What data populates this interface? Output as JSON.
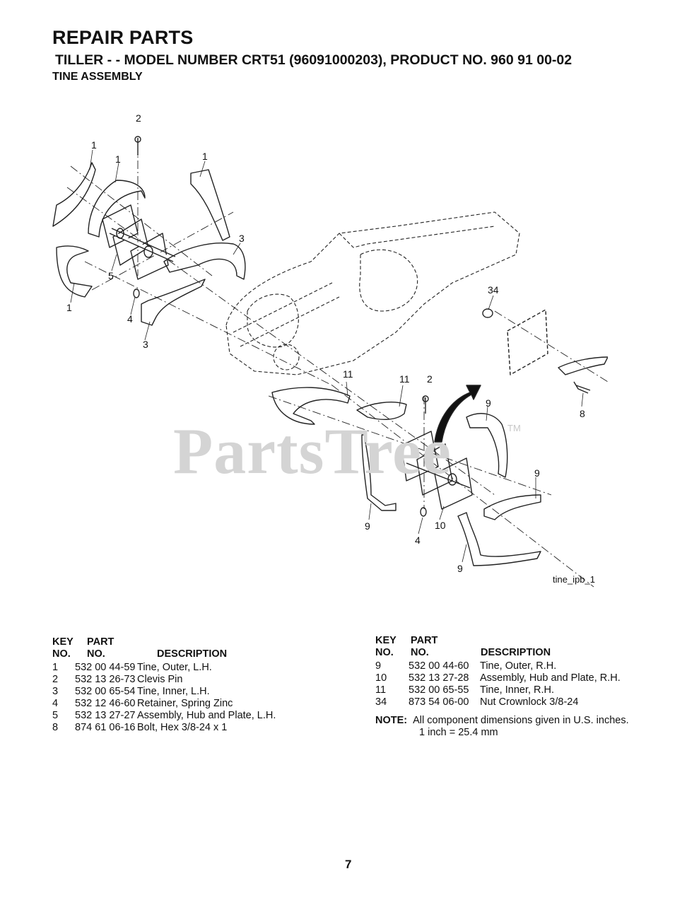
{
  "header": {
    "title": "REPAIR PARTS",
    "subtitle": "TILLER - - MODEL NUMBER CRT51 (96091000203), PRODUCT NO. 960 91 00-02",
    "section": "TINE ASSEMBLY"
  },
  "diagram": {
    "callouts": [
      "1",
      "1",
      "1",
      "1",
      "2",
      "3",
      "3",
      "4",
      "5",
      "8",
      "34",
      "11",
      "11",
      "2",
      "9",
      "9",
      "9",
      "9",
      "10",
      "4"
    ],
    "id_label": "tine_ipb_1",
    "watermark": "PartsTree",
    "watermark_tm": "TM"
  },
  "table_headers": {
    "key_top": "KEY",
    "key_bottom": "NO.",
    "part_top": "PART",
    "part_bottom": "NO.",
    "description": "DESCRIPTION"
  },
  "parts_left": [
    {
      "key": "1",
      "part": "532 00 44-59",
      "desc": "Tine, Outer, L.H."
    },
    {
      "key": "2",
      "part": "532 13 26-73",
      "desc": "Clevis Pin"
    },
    {
      "key": "3",
      "part": "532 00 65-54",
      "desc": "Tine, Inner, L.H."
    },
    {
      "key": "4",
      "part": "532 12 46-60",
      "desc": "Retainer, Spring Zinc"
    },
    {
      "key": "5",
      "part": "532 13 27-27",
      "desc": "Assembly, Hub and Plate, L.H."
    },
    {
      "key": "8",
      "part": "874 61 06-16",
      "desc": "Bolt, Hex  3/8-24 x 1"
    }
  ],
  "parts_right": [
    {
      "key": "9",
      "part": "532 00 44-60",
      "desc": "Tine, Outer, R.H."
    },
    {
      "key": "10",
      "part": "532 13 27-28",
      "desc": "Assembly, Hub and Plate, R.H."
    },
    {
      "key": "11",
      "part": "532 00 65-55",
      "desc": "Tine, Inner, R.H."
    },
    {
      "key": "34",
      "part": "873 54 06-00",
      "desc": "Nut Crownlock 3/8-24"
    }
  ],
  "note": {
    "label": "NOTE:",
    "line1": "All component dimensions given in U.S. inches.",
    "line2": "1 inch = 25.4 mm"
  },
  "page_number": "7"
}
